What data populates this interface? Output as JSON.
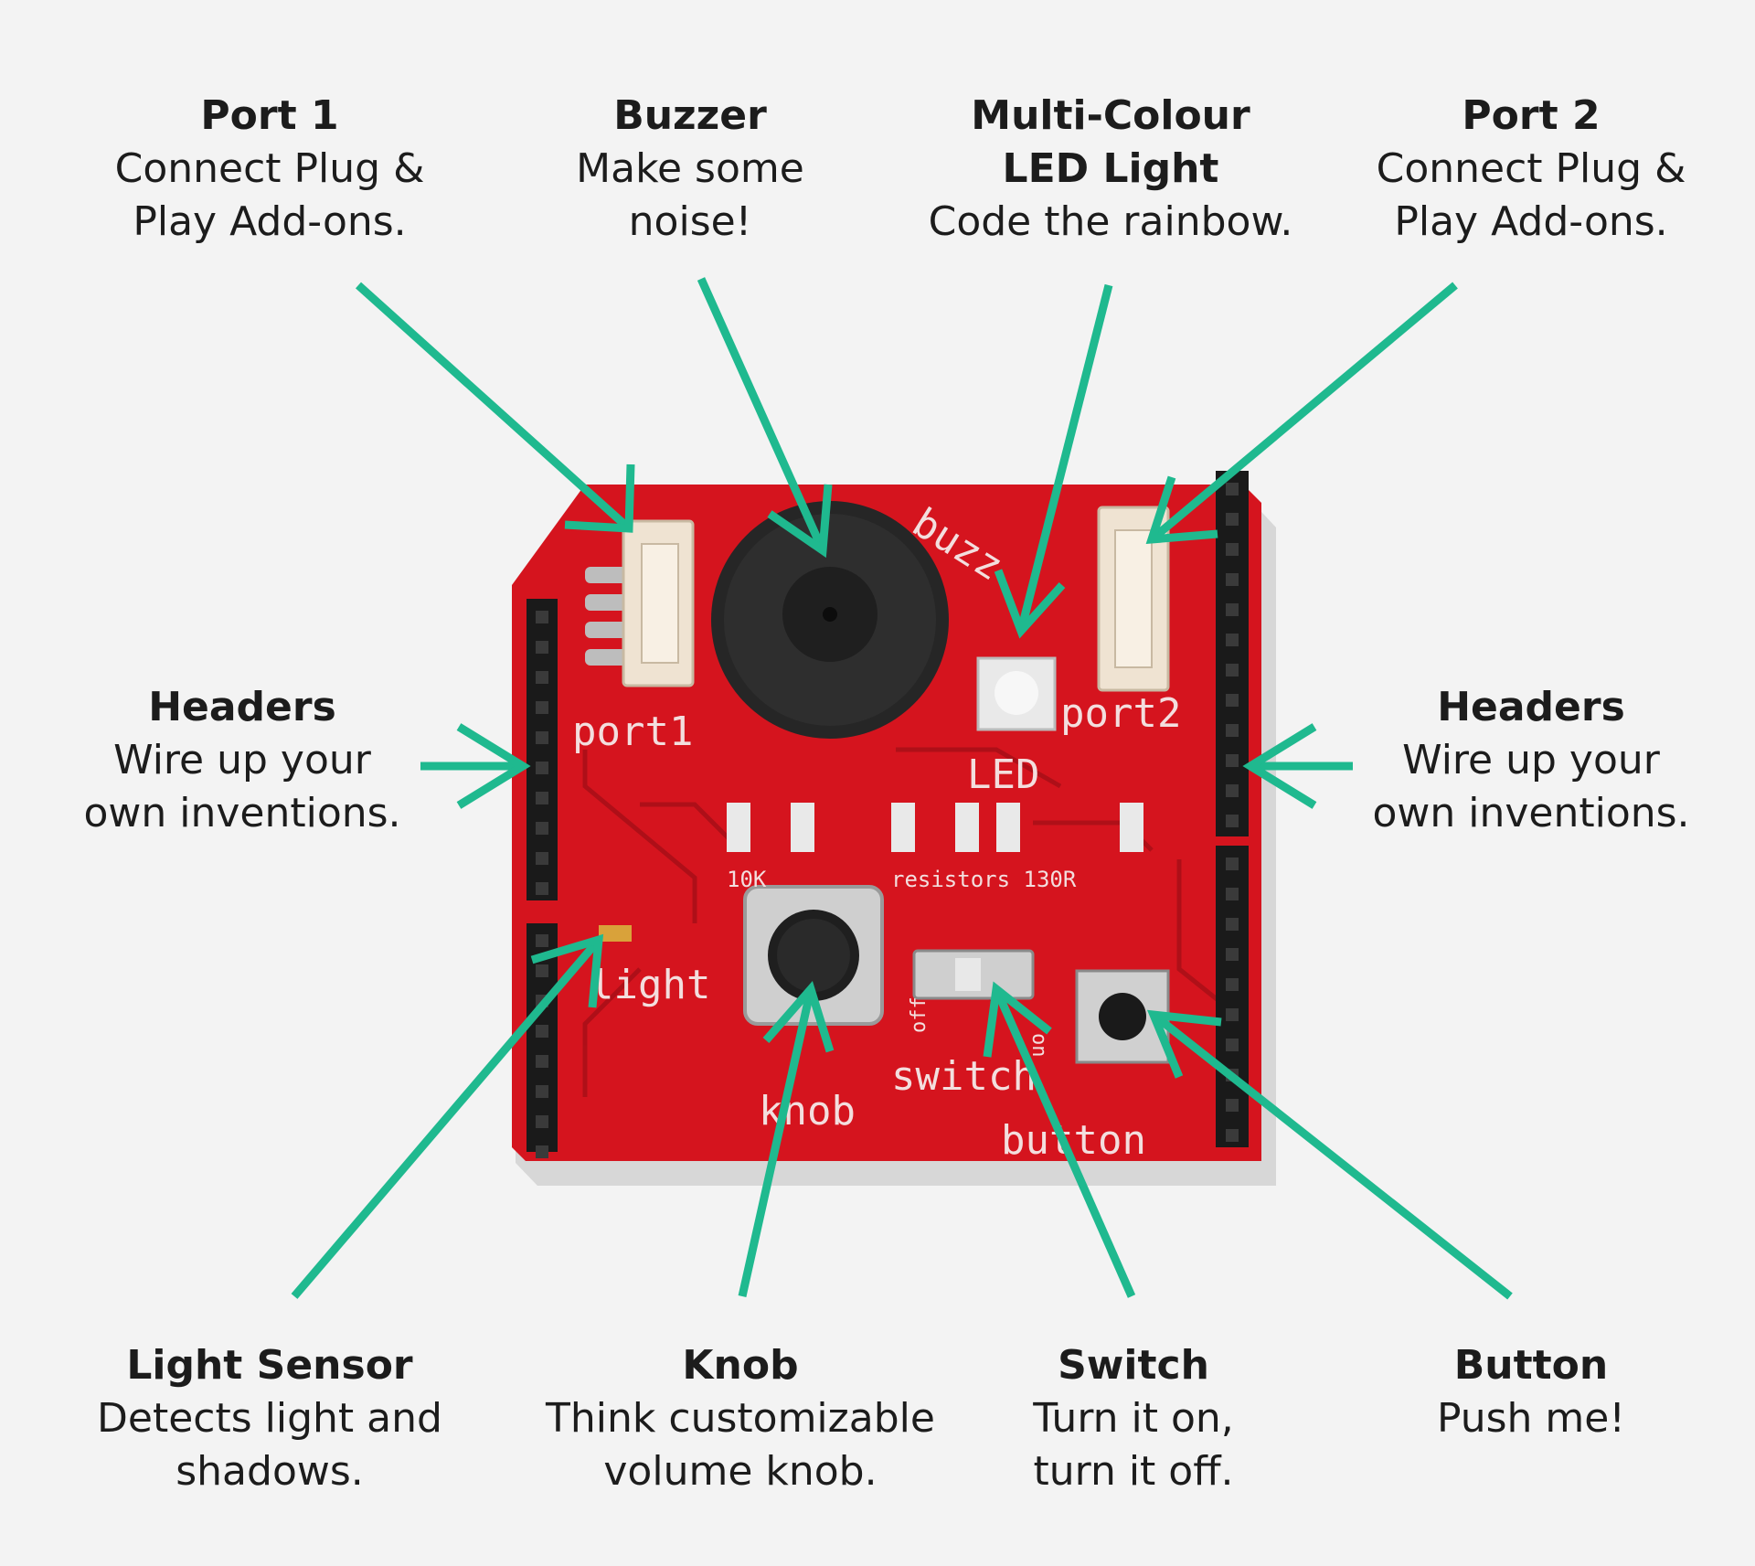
{
  "colors": {
    "arrow": "#1fb98f",
    "board": "#d5141e",
    "board_dark": "#a80f17",
    "header_black": "#1a1a1a",
    "connector": "#efe3d2",
    "background": "#f3f3f3"
  },
  "callouts": {
    "port1": {
      "title": "Port 1",
      "lines": [
        "Connect Plug &",
        "Play Add-ons."
      ]
    },
    "buzzer": {
      "title": "Buzzer",
      "lines": [
        "Make some",
        "noise!"
      ]
    },
    "led": {
      "title_lines": [
        "Multi-Colour",
        "LED Light"
      ],
      "lines": [
        "Code the rainbow."
      ]
    },
    "port2": {
      "title": "Port 2",
      "lines": [
        "Connect Plug &",
        "Play Add-ons."
      ]
    },
    "headers_left": {
      "title": "Headers",
      "lines": [
        "Wire up your",
        "own inventions."
      ]
    },
    "headers_right": {
      "title": "Headers",
      "lines": [
        "Wire up your",
        "own inventions."
      ]
    },
    "light_sensor": {
      "title": "Light Sensor",
      "lines": [
        "Detects light and",
        "shadows."
      ]
    },
    "knob": {
      "title": "Knob",
      "lines": [
        "Think customizable",
        "volume knob."
      ]
    },
    "switch": {
      "title": "Switch",
      "lines": [
        "Turn it on,",
        "turn it off."
      ]
    },
    "button": {
      "title": "Button",
      "lines": [
        "Push me!"
      ]
    }
  },
  "board_labels": {
    "port1": "port1",
    "port2": "port2",
    "buzz": "buzz",
    "led": "LED",
    "resistor_10k": "10K",
    "resistors": "resistors 130R",
    "light": "light",
    "knob": "knob",
    "switch": "switch",
    "off": "off",
    "on": "on",
    "button": "button"
  }
}
